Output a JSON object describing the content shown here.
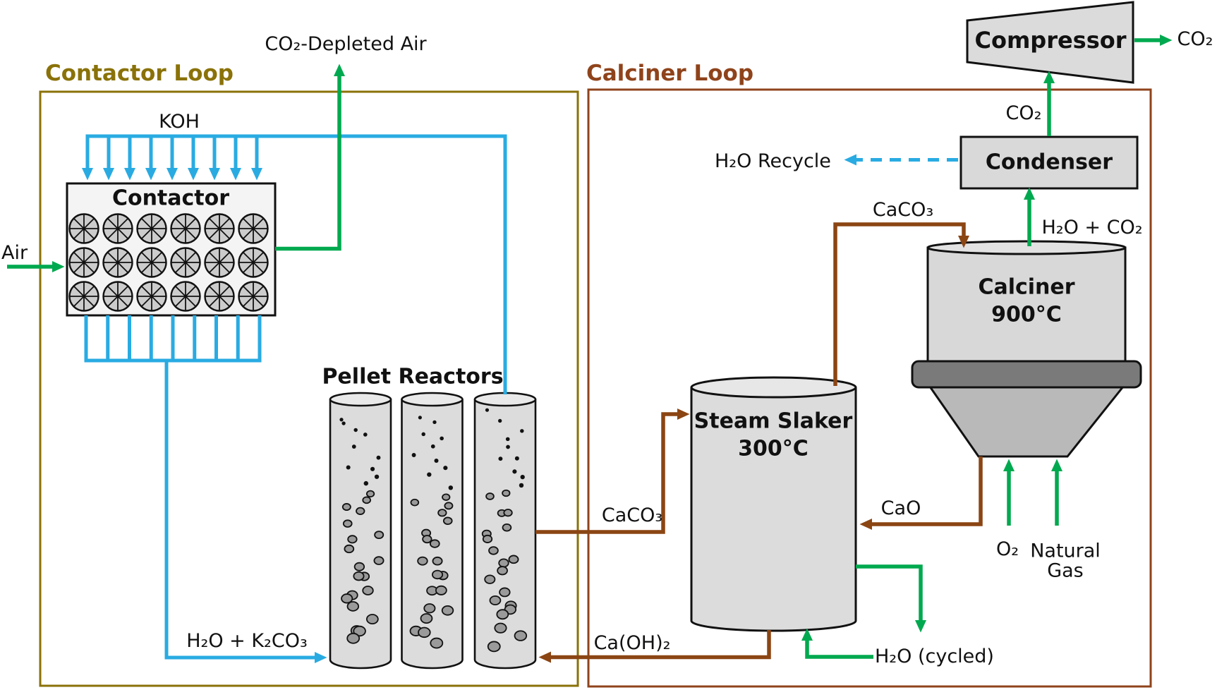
{
  "loops": {
    "contactor": {
      "title": "Contactor Loop"
    },
    "calciner": {
      "title": "Calciner Loop"
    }
  },
  "components": {
    "contactor": "Contactor",
    "pellet_reactors": "Pellet Reactors",
    "steam_slaker": "Steam Slaker",
    "steam_slaker_temp": "300°C",
    "calciner": "Calciner",
    "calciner_temp": "900°C",
    "condenser": "Condenser",
    "compressor": "Compressor"
  },
  "streams": {
    "co2_depleted_air": "CO₂-Depleted Air",
    "koh": "KOH",
    "air": "Air",
    "h2o_k2co3": "H₂O + K₂CO₃",
    "caco3_to_slaker": "CaCO₃",
    "caco3_to_calciner": "CaCO₃",
    "caoh2": "Ca(OH)₂",
    "cao": "CaO",
    "h2o_cycled": "H₂O (cycled)",
    "h2o_recycle": "H₂O Recycle",
    "co2_to_compressor": "CO₂",
    "co2_product": "CO₂",
    "h2o_co2": "H₂O + CO₂",
    "o2": "O₂",
    "natural_gas": "Natural Gas"
  },
  "colors": {
    "contactor_loop_border": "#8A7209",
    "calciner_loop_border": "#8F431B",
    "koh_liquid_blue": "#29ABE2",
    "gas_stream_green": "#00A94F",
    "calcium_stream_brown": "#8B4513",
    "vessel_light_gray": "#DCDCDC",
    "flange_dark_gray": "#7A7A7A"
  }
}
